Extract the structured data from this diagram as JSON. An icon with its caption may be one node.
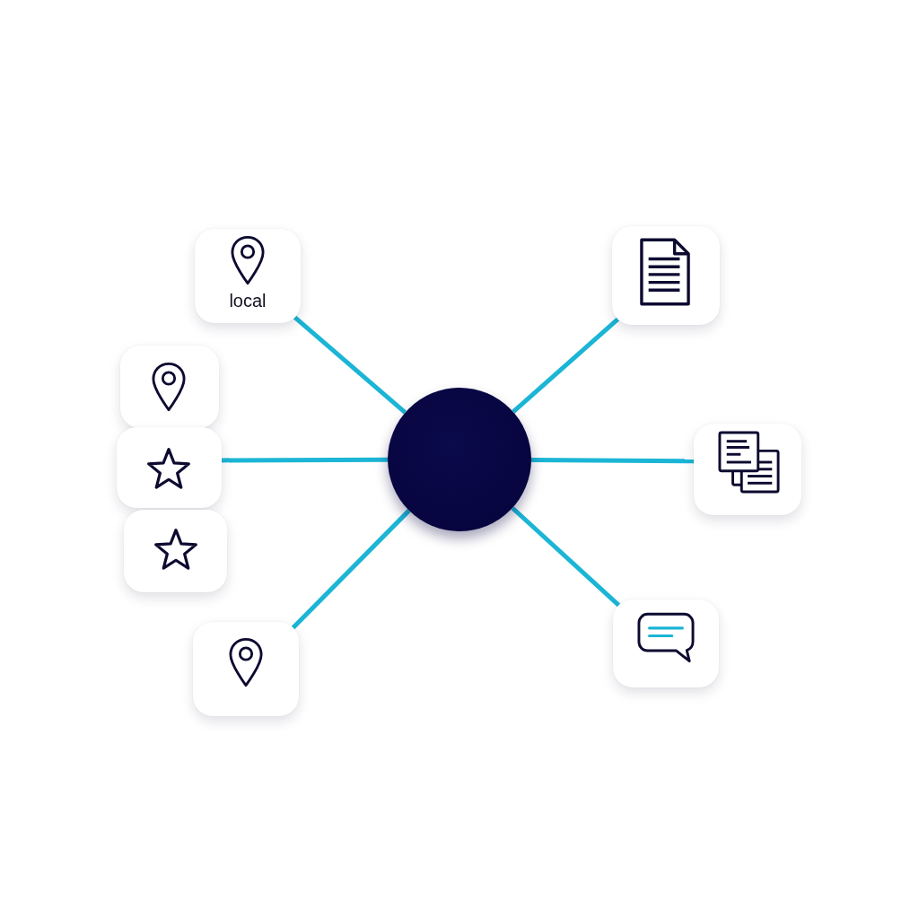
{
  "diagram": {
    "nodes": [
      {
        "text": [
          "local"
        ]
      },
      {
        "text": [],
        "shape": "box"
      },
      {
        "text": [],
        "shape": "box"
      },
      {
        "text": [],
        "shape": "circle"
      },
      {
        "text": [],
        "shape": "box"
      },
      {
        "text": [],
        "shape": "box"
      },
      {
        "text": [],
        "shape": "box"
      },
      {
        "text": [],
        "shape": "box"
      },
      {
        "text": [],
        "shape": "box"
      }
    ],
    "edges": [
      {
        "from": 3,
        "to": 0,
        "arrow": "none"
      },
      {
        "from": 3,
        "to": 1,
        "arrow": "none"
      },
      {
        "from": 3,
        "to": 4,
        "arrow": "none"
      },
      {
        "from": 3,
        "to": 5,
        "arrow": "none"
      },
      {
        "from": 3,
        "to": 7,
        "arrow": "none"
      },
      {
        "from": 3,
        "to": 8,
        "arrow": "none"
      }
    ]
  }
}
